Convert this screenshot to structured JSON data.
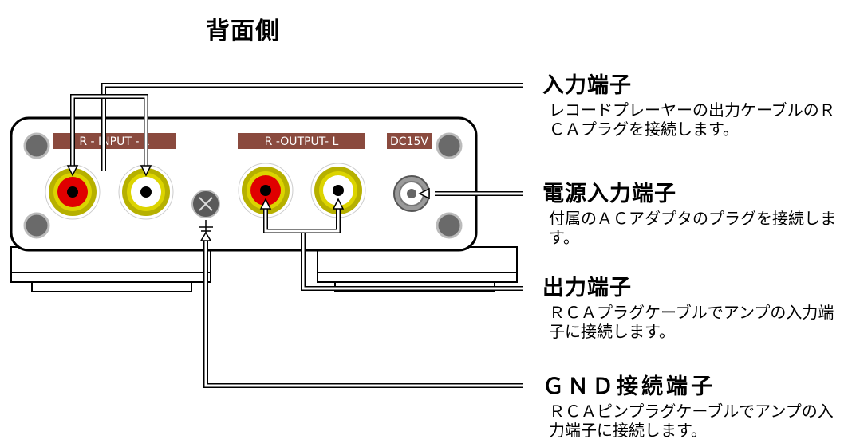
{
  "title": "背面側",
  "panel": {
    "input_label": "R - INPUT - L",
    "output_label": "R -OUTPUT- L",
    "dc_label": "DC15V",
    "label_color": "#8a4a3e",
    "red_jack_color": "#e00000",
    "white_jack_color": "#ffffff",
    "jack_ring_color": "#c8c000"
  },
  "callouts": [
    {
      "heading": "入力端子",
      "desc": "レコードプレーヤーの出力ケーブルのＲＣＡプラグを接続します。"
    },
    {
      "heading": "電源入力端子",
      "desc": "付属のＡＣアダプタのプラグを接続します。"
    },
    {
      "heading": "出力端子",
      "desc": "ＲＣＡプラグケーブルでアンプの入力端子に接続します。"
    },
    {
      "heading": "ＧＮＤ接続端子",
      "desc": "ＲＣＡピンプラグケーブルでアンプの入力端子に接続します。"
    }
  ]
}
